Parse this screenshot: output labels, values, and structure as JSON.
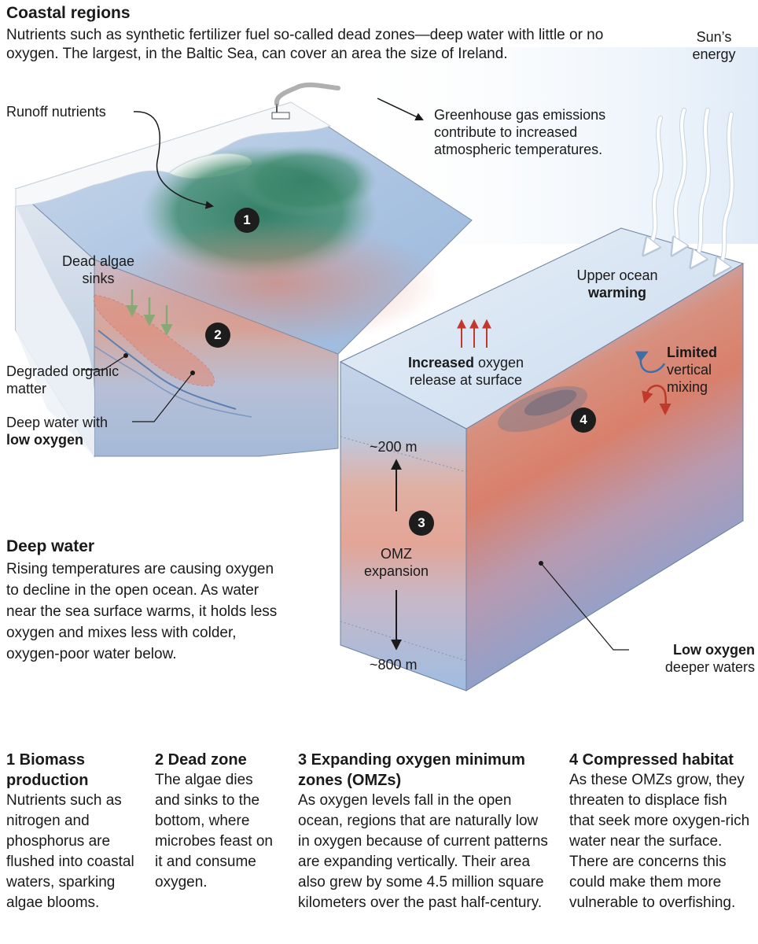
{
  "coastal": {
    "title": "Coastal regions",
    "text": "Nutrients such as synthetic fertilizer fuel so-called dead zones—deep water with little or no oxygen. The largest, in the Baltic Sea, can cover an area the size of Ireland."
  },
  "sun": "Sun’s energy",
  "labels": {
    "runoff": "Runoff nutrients",
    "greenhouse": "Greenhouse gas emissions contribute to increased atmospheric temperatures.",
    "dead_algae": "Dead algae sinks",
    "degraded": "Degraded organic matter",
    "deep_low_prefix": "Deep water with",
    "deep_low_bold": "low oxygen",
    "upper_ocean": "Upper ocean",
    "warming": "warming",
    "increased_bold": "Increased",
    "increased_rest": " oxygen",
    "release": "release at surface",
    "limited": "Limited",
    "vertical_mixing": "vertical mixing",
    "depth_200": "~200 m",
    "depth_800": "~800 m",
    "omz": "OMZ",
    "expansion": "expansion",
    "low_oxygen_bold": "Low oxygen",
    "deeper_waters": "deeper waters"
  },
  "markers": [
    "1",
    "2",
    "3",
    "4"
  ],
  "deep": {
    "title": "Deep water",
    "text": "Rising temperatures are causing oxygen to decline in the open ocean. As water near the sea surface warms, it holds less oxygen and mixes less with colder, oxygen-poor water below."
  },
  "columns": [
    {
      "title": "1 Biomass production",
      "text": "Nutrients such as nitrogen and phosphorus are flushed into coastal waters, sparking algae blooms."
    },
    {
      "title": "2 Dead zone",
      "text": "The algae dies and sinks to the bottom, where microbes feast on it and consume oxygen."
    },
    {
      "title": "3 Expanding oxygen minimum zones (OMZs)",
      "text": "As oxygen levels fall in the open ocean, regions that are naturally low in oxygen because of current patterns are expanding vertically. Their area also grew by some 4.5 million square kilometers over the past half-century."
    },
    {
      "title": "4 Compressed habitat",
      "text": "As these OMZs grow, they threaten to displace fish that seek more oxygen-rich water near the surface. There are concerns this could make them more vulnerable to overfishing."
    }
  ],
  "colors": {
    "water_blue": "#8fb4dc",
    "low_oxygen_red": "#d9826e",
    "algae_green": "#2f7d62",
    "arrow_red": "#c0392b"
  }
}
